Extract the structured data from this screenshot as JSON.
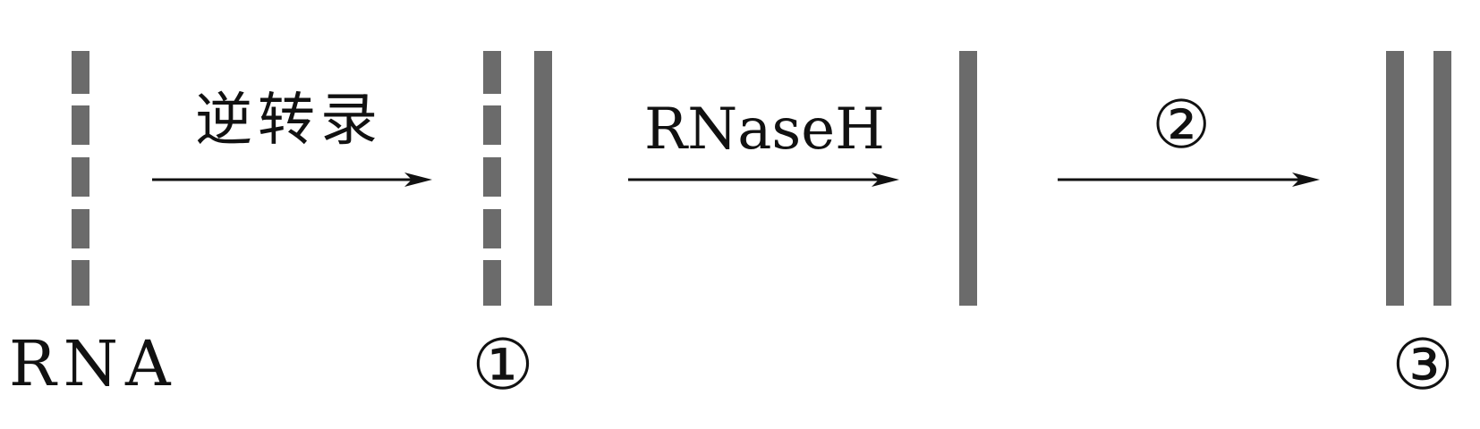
{
  "colors": {
    "strand": "#6b6b6b",
    "ink": "#111111",
    "background": "#ffffff"
  },
  "steps": [
    {
      "label": "逆转录"
    },
    {
      "label": "RNaseH"
    },
    {
      "label": "②"
    }
  ],
  "products": {
    "start": "RNA",
    "first": "①",
    "third": "③"
  }
}
